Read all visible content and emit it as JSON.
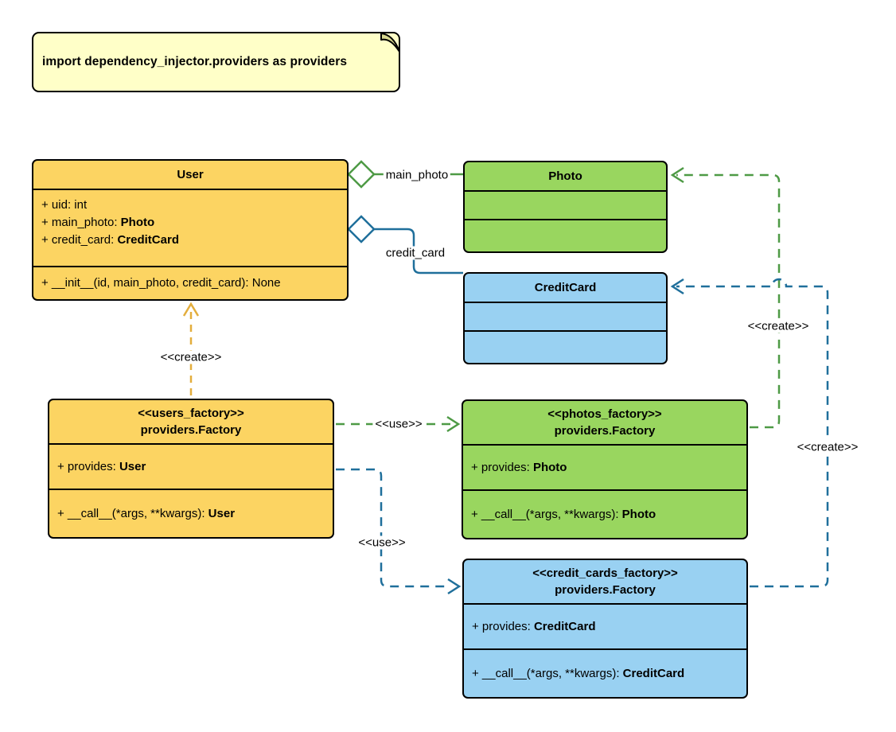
{
  "colors": {
    "yellow_fill": "#FCD462",
    "yellow_line": "#E3AE3D",
    "green_fill": "#99D65F",
    "green_line": "#4E9A45",
    "blue_fill": "#99D1F2",
    "blue_line": "#1F6F9B",
    "note_fill": "#FFFFC8",
    "border": "#000000"
  },
  "note": {
    "text": "import dependency_injector.providers as providers"
  },
  "classes": {
    "user": {
      "title": "User",
      "attributes": [
        {
          "text": "+ uid: int",
          "type": ""
        },
        {
          "text": "+ main_photo: ",
          "type": "Photo"
        },
        {
          "text": "+ credit_card: ",
          "type": "CreditCard"
        }
      ],
      "methods": [
        {
          "text": "+ __init__(id, main_photo, credit_card): None",
          "type": ""
        }
      ]
    },
    "photo": {
      "title": "Photo"
    },
    "credit_card": {
      "title": "CreditCard"
    },
    "users_factory": {
      "stereotype": "<<users_factory>>",
      "title": "providers.Factory",
      "attributes": [
        {
          "text": "+ provides: ",
          "type": "User"
        }
      ],
      "methods": [
        {
          "text": "+ __call__(*args, **kwargs): ",
          "type": "User"
        }
      ]
    },
    "photos_factory": {
      "stereotype": "<<photos_factory>>",
      "title": "providers.Factory",
      "attributes": [
        {
          "text": "+ provides: ",
          "type": "Photo"
        }
      ],
      "methods": [
        {
          "text": "+ __call__(*args, **kwargs): ",
          "type": "Photo"
        }
      ]
    },
    "credit_cards_factory": {
      "stereotype": "<<credit_cards_factory>>",
      "title": "providers.Factory",
      "attributes": [
        {
          "text": "+ provides: ",
          "type": "CreditCard"
        }
      ],
      "methods": [
        {
          "text": "+ __call__(*args, **kwargs): ",
          "type": "CreditCard"
        }
      ]
    }
  },
  "edges": {
    "main_photo_label": "main_photo",
    "credit_card_label": "credit_card",
    "create_user_label": "<<create>>",
    "use_photos_label": "<<use>>",
    "use_credit_cards_label": "<<use>>",
    "create_photo_label": "<<create>>",
    "create_credit_card_label": "<<create>>"
  }
}
